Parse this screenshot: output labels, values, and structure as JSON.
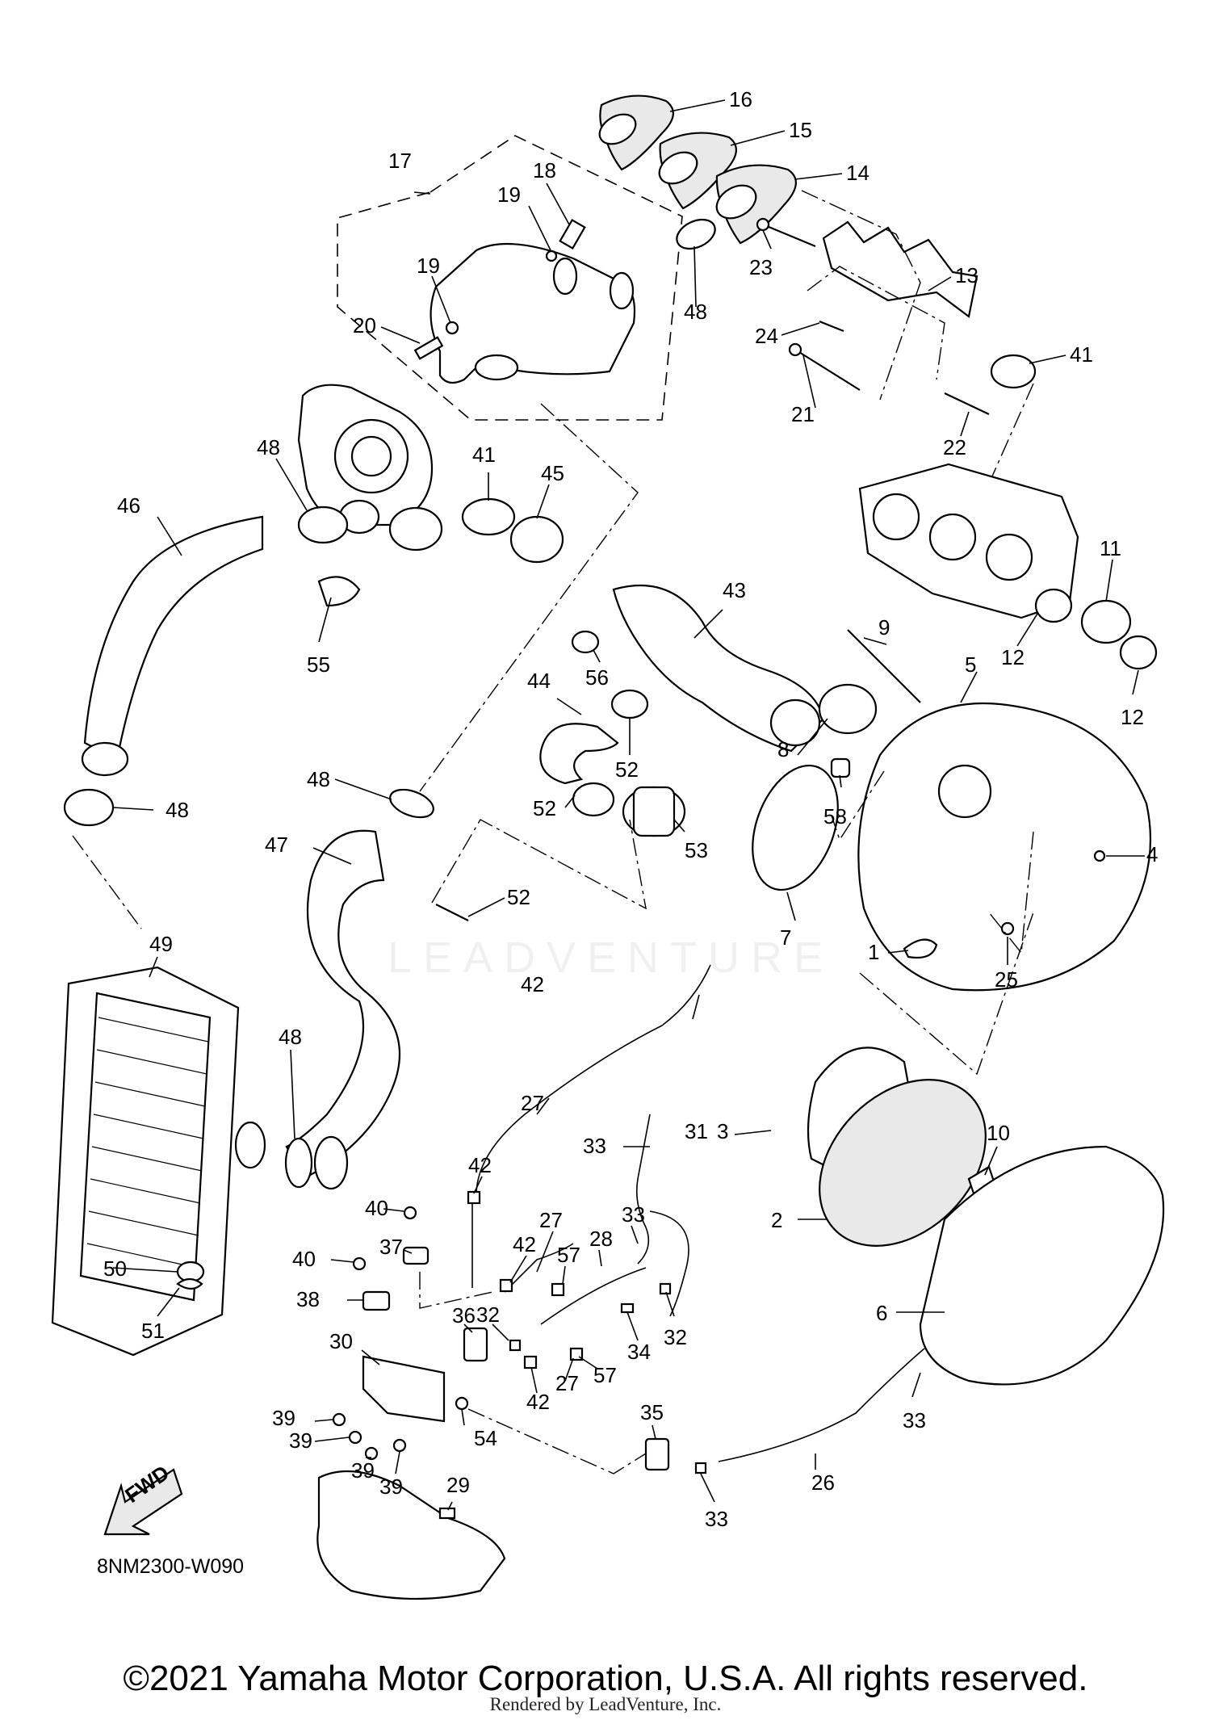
{
  "diagram_code": "8NM2300-W090",
  "fwd_label": "FWD",
  "copyright": "©2021 Yamaha Motor Corporation, U.S.A. All rights reserved.",
  "rendered_by": "Rendered by LeadVenture, Inc.",
  "watermark": "LEADVENTURE",
  "callouts": [
    "1",
    "2",
    "3",
    "4",
    "5",
    "6",
    "7",
    "8",
    "9",
    "10",
    "11",
    "12",
    "13",
    "14",
    "15",
    "16",
    "17",
    "18",
    "19",
    "20",
    "21",
    "22",
    "23",
    "24",
    "25",
    "26",
    "27",
    "28",
    "29",
    "30",
    "31",
    "32",
    "33",
    "34",
    "35",
    "36",
    "37",
    "38",
    "39",
    "40",
    "41",
    "42",
    "43",
    "44",
    "45",
    "46",
    "47",
    "48",
    "49",
    "50",
    "51",
    "52",
    "53",
    "54",
    "55",
    "56",
    "57",
    "58"
  ]
}
